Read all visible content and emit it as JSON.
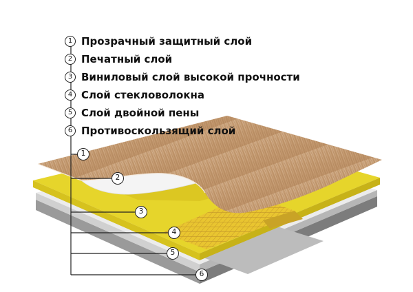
{
  "legend": [
    {
      "number": "1",
      "label": "Прозрачный защитный слой"
    },
    {
      "number": "2",
      "label": "Печатный слой"
    },
    {
      "number": "3",
      "label": "Виниловый слой высокой прочности"
    },
    {
      "number": "4",
      "label": "Слой стекловолокна"
    },
    {
      "number": "5",
      "label": "Слой двойной пены"
    },
    {
      "number": "6",
      "label": "Противоскользящий слой"
    }
  ],
  "callouts": [
    "1",
    "2",
    "3",
    "4",
    "5",
    "6"
  ],
  "colors": {
    "wood": "#c9a47e",
    "wood_dark": "#a5794f",
    "vinyl_yellow": "#e5d22a",
    "fiberglass": "#e8c630",
    "foam_light": "#e4e4e4",
    "foam_dark": "#bdbdbd",
    "base_gray": "#8b8b8b",
    "base_dark": "#6e6e6e",
    "line": "#222222"
  }
}
